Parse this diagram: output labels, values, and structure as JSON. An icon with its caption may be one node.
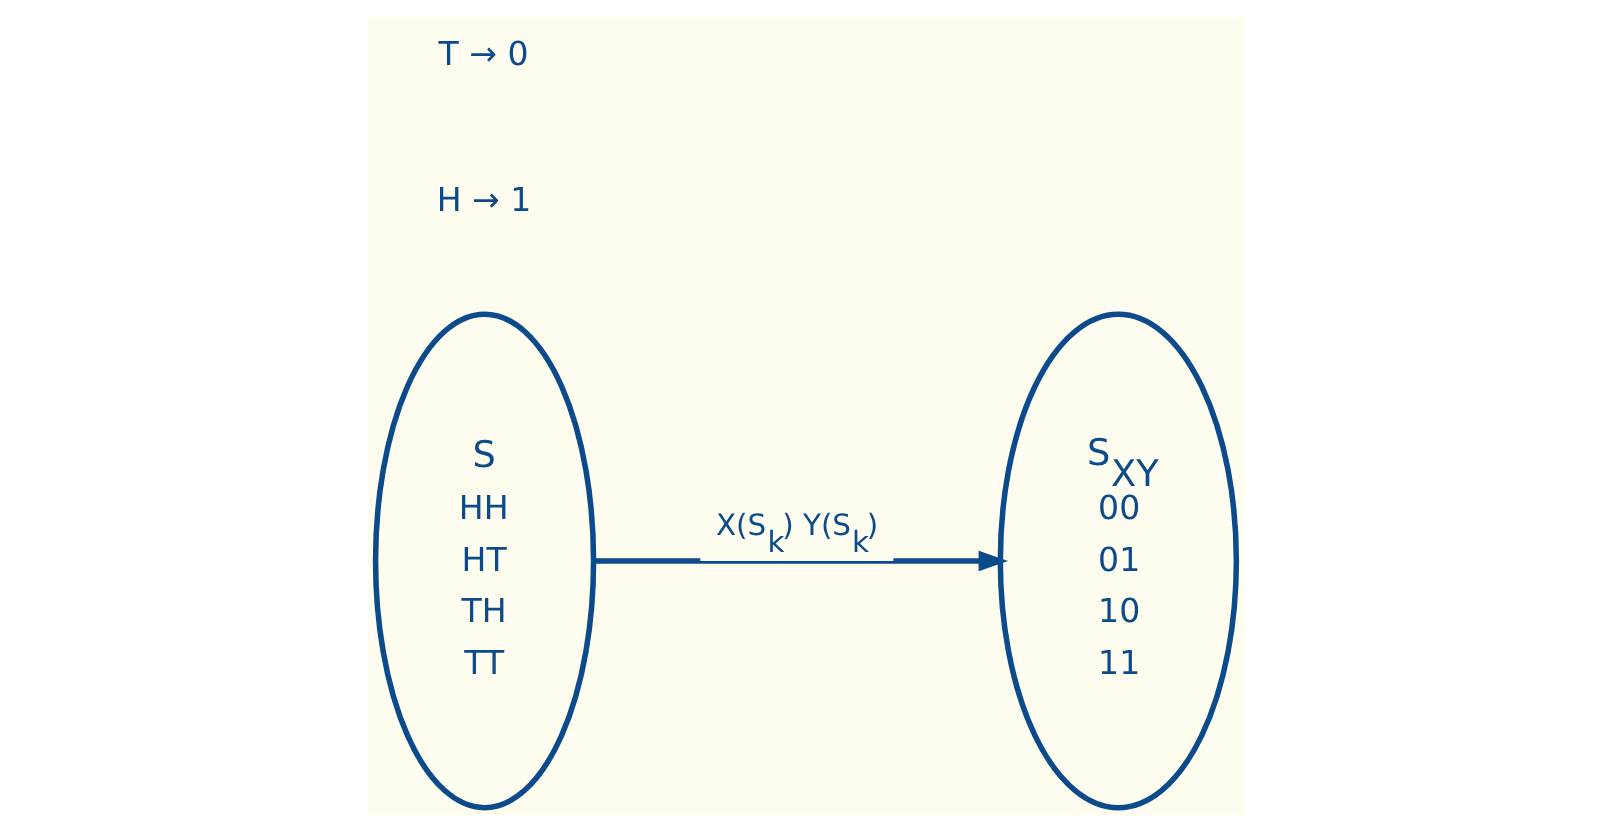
{
  "diagram": {
    "nodes": [
      {
        "text": [
          "S",
          "HH",
          "HT",
          "TH",
          "TT"
        ]
      },
      {
        "text": [
          "S$_{XY}$",
          "00",
          "01",
          "10",
          "11"
        ]
      }
    ],
    "edges": [
      {
        "from": 0,
        "to": 1,
        "arrow": "to",
        "label": "X(S$_{k}$) Y(S$_{k}$)"
      }
    ],
    "labels": [
      "H → 1",
      "T → 0"
    ]
  }
}
